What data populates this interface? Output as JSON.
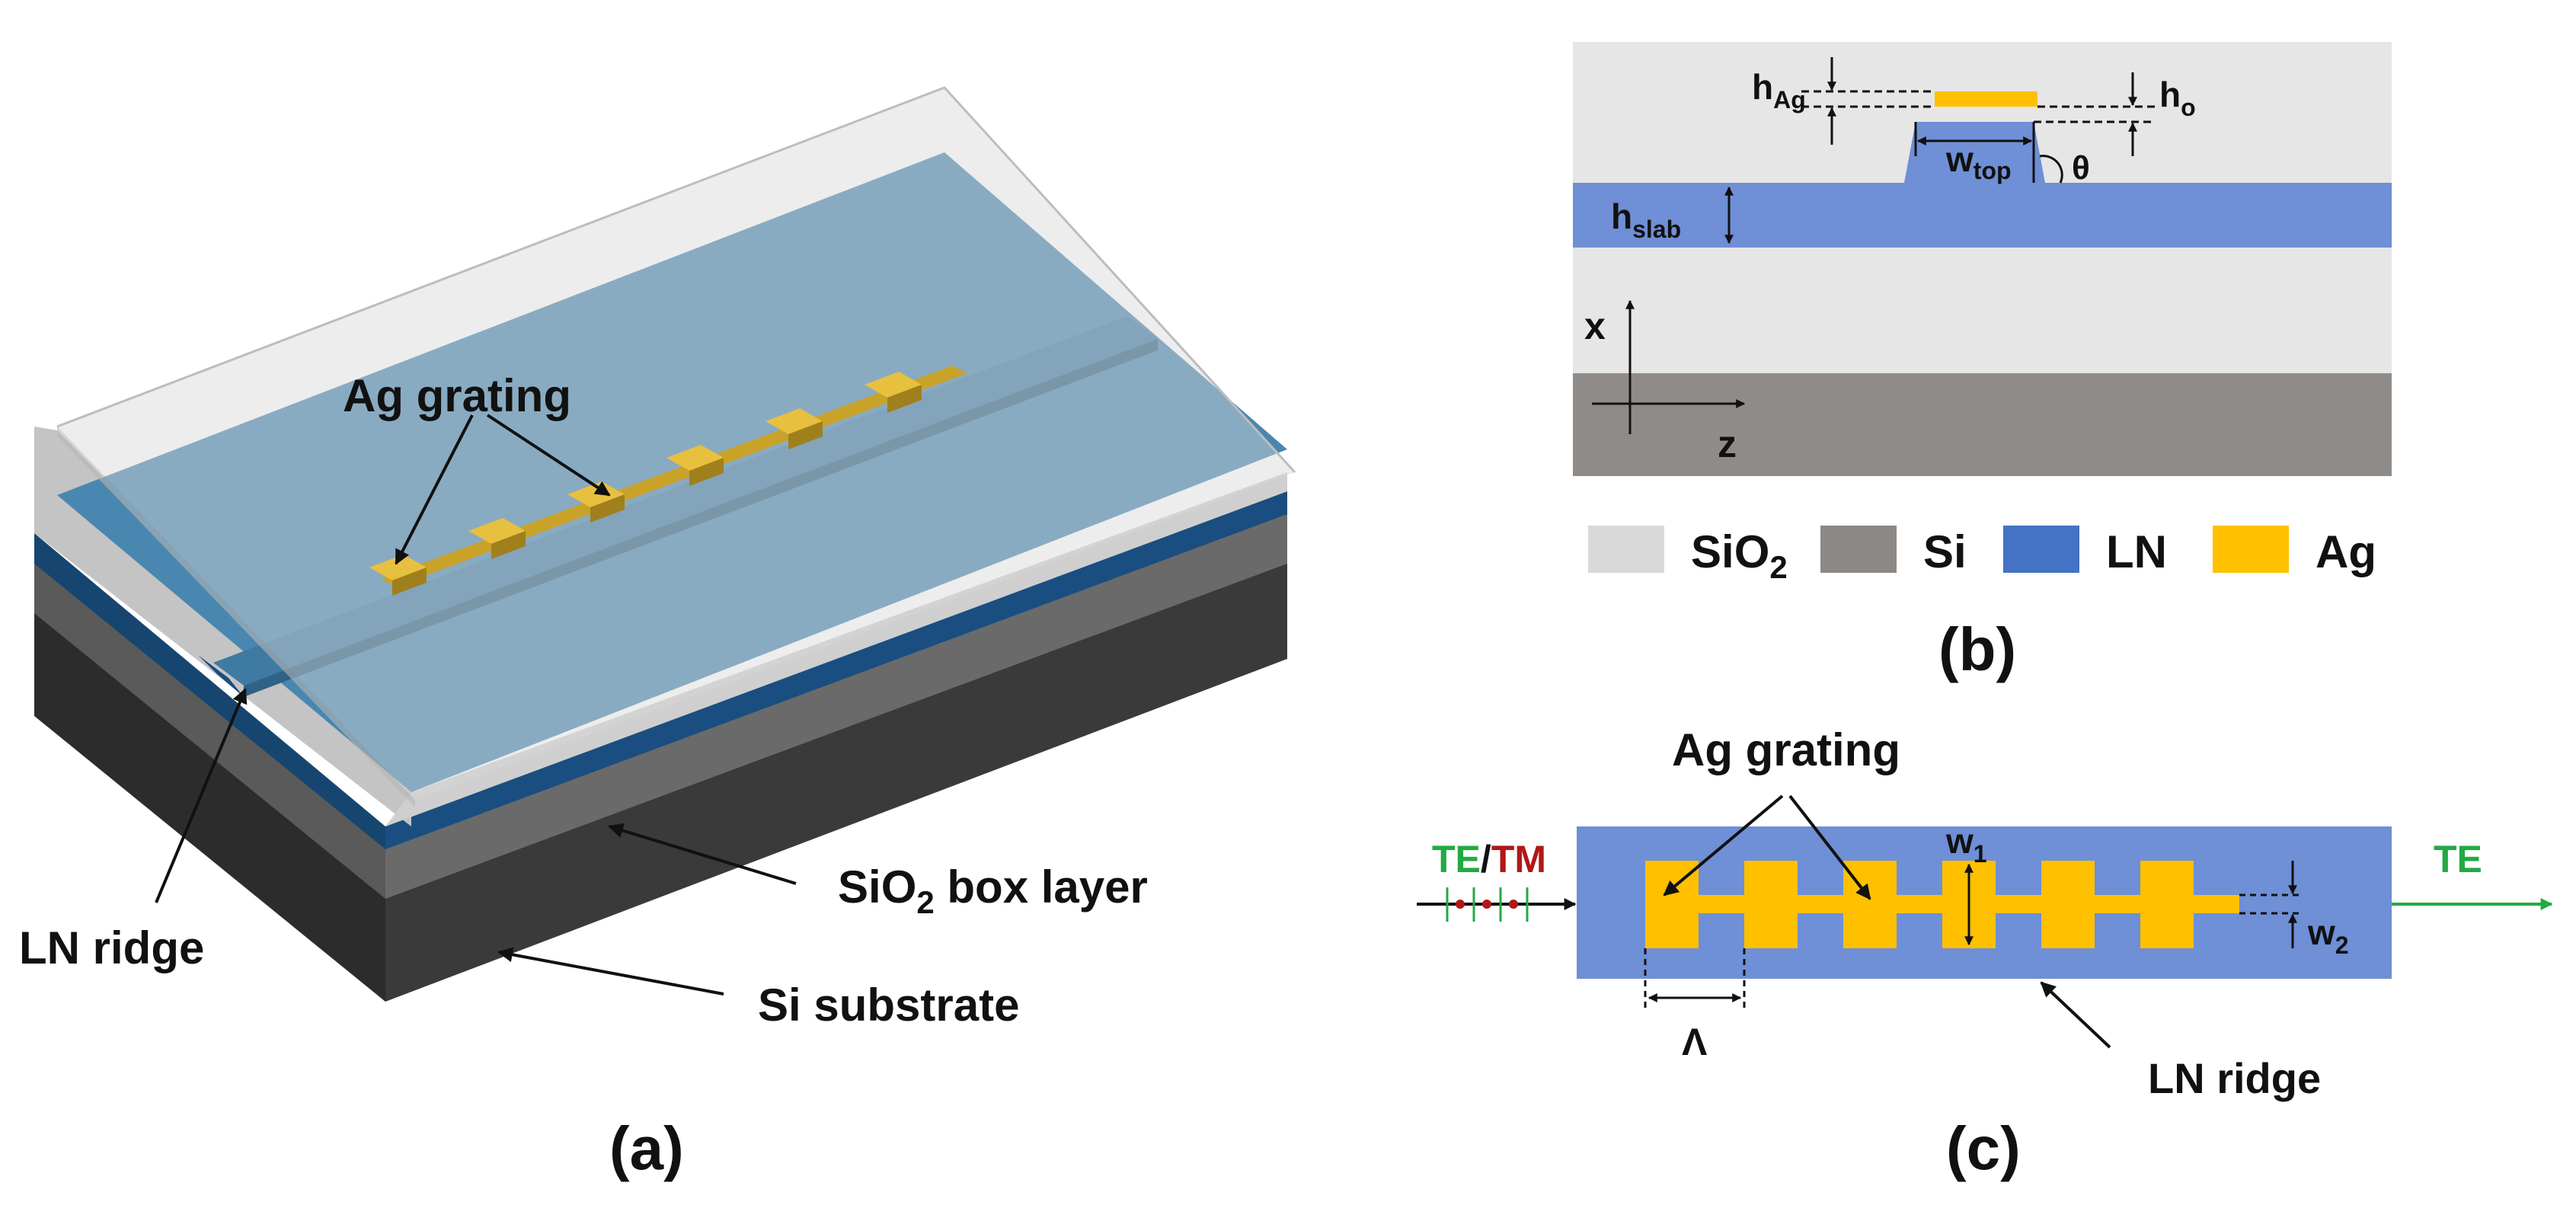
{
  "panel_a": {
    "caption": "(a)",
    "labels": {
      "ag_grating": "Ag grating",
      "ln_ridge": "LN ridge",
      "sio2_box_main": "SiO",
      "sio2_box_sub": "2",
      "sio2_box_rest": " box layer",
      "si_substrate": "Si substrate"
    }
  },
  "panel_b": {
    "caption": "(b)",
    "dims": {
      "h_ag_main": "h",
      "h_ag_sub": "Ag",
      "h_o_main": "h",
      "h_o_sub": "o",
      "w_top_main": "w",
      "w_top_sub": "top",
      "theta": "θ",
      "h_slab_main": "h",
      "h_slab_sub": "slab"
    },
    "axes": {
      "x": "x",
      "z": "z"
    },
    "legend": [
      {
        "label_main": "SiO",
        "label_sub": "2",
        "color": "#d9d9d9"
      },
      {
        "label_main": "Si",
        "label_sub": "",
        "color": "#8c8886"
      },
      {
        "label_main": "LN",
        "label_sub": "",
        "color": "#4472c4"
      },
      {
        "label_main": "Ag",
        "label_sub": "",
        "color": "#ffc000"
      }
    ]
  },
  "panel_c": {
    "caption": "(c)",
    "labels": {
      "ag_grating": "Ag grating",
      "te_in": "TE",
      "slash": "/",
      "tm_in": "TM",
      "te_out": "TE",
      "w1_main": "w",
      "w1_sub": "1",
      "w2_main": "w",
      "w2_sub": "2",
      "period": "Λ",
      "ln_ridge": "LN ridge"
    }
  },
  "colors": {
    "sio2": "#d9d9d9",
    "si": "#8c8886",
    "ln": "#4472c4",
    "ln_3d": "#4a87b0",
    "ag": "#ffc000",
    "te": "#22aa44",
    "tm": "#b01818"
  }
}
